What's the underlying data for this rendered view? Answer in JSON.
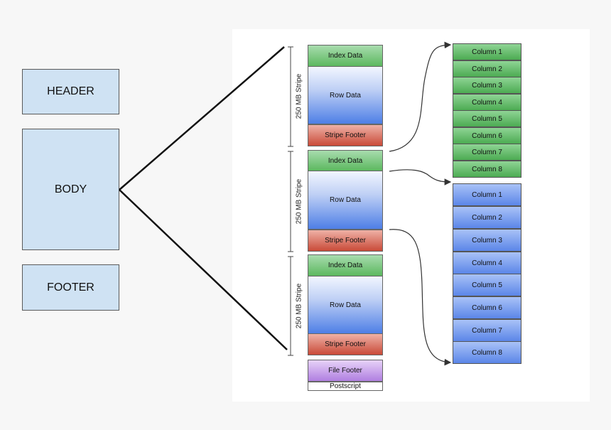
{
  "left": {
    "header": "HEADER",
    "body": "BODY",
    "footer": "FOOTER"
  },
  "stripes": [
    {
      "label": "250 MB Stripe",
      "index": "Index Data",
      "row": "Row Data",
      "footer": "Stripe Footer"
    },
    {
      "label": "250 MB Stripe",
      "index": "Index Data",
      "row": "Row Data",
      "footer": "Stripe Footer"
    },
    {
      "label": "250 MB Stripe",
      "index": "Index Data",
      "row": "Row Data",
      "footer": "Stripe Footer"
    }
  ],
  "file_footer": "File Footer",
  "postscript": "Postscript",
  "index_columns": [
    "Column 1",
    "Column 2",
    "Column 3",
    "Column 4",
    "Column 5",
    "Column 6",
    "Column 7",
    "Column 8"
  ],
  "row_columns": [
    "Column 1",
    "Column 2",
    "Column 3",
    "Column 4",
    "Column 5",
    "Column 6",
    "Column 7",
    "Column 8"
  ],
  "colors": {
    "box_fill": "#cfe2f3",
    "index_green": "#5cb85f",
    "row_blue": "#4e7fe6",
    "footer_red": "#c94a38",
    "file_footer_purple": "#b07fe0"
  }
}
